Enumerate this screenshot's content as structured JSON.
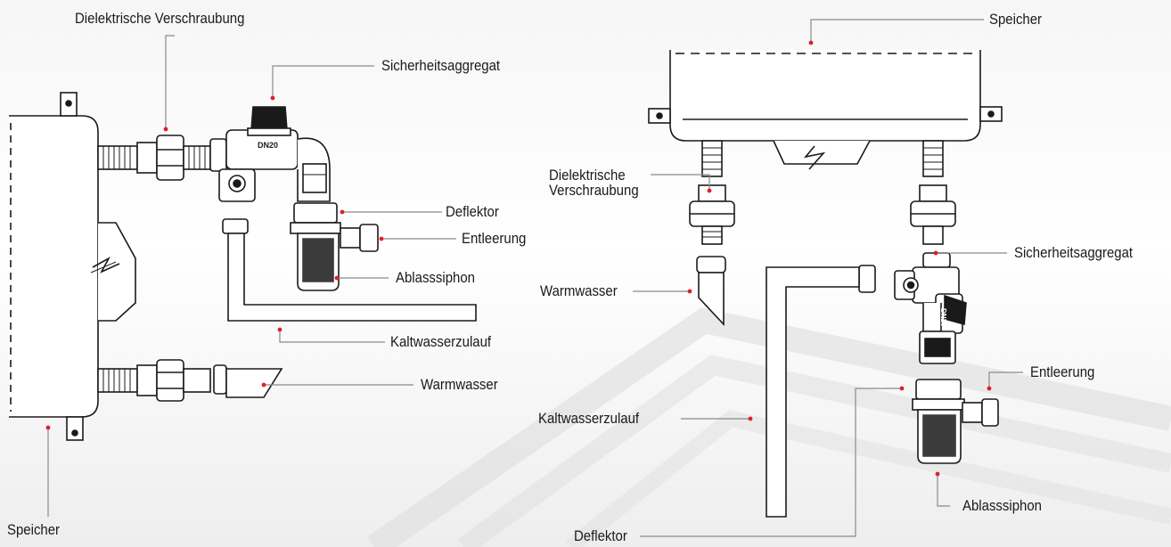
{
  "diagram": {
    "left": {
      "labels": {
        "dielectric_union": "Dielektrische Verschraubung",
        "safety_group": "Sicherheitsaggregat",
        "deflector": "Deflektor",
        "drain": "Entleerung",
        "drain_siphon": "Ablasssiphon",
        "cold_water_inlet": "Kaltwasserzulauf",
        "hot_water": "Warmwasser",
        "tank": "Speicher"
      },
      "valve_marking": "DN20"
    },
    "right": {
      "labels": {
        "tank": "Speicher",
        "dielectric_union": "Dielektrische\nVerschraubung",
        "hot_water": "Warmwasser",
        "safety_group": "Sicherheitsaggregat",
        "drain": "Entleerung",
        "cold_water_inlet": "Kaltwasserzulauf",
        "drain_siphon": "Ablasssiphon",
        "deflector": "Deflektor"
      },
      "valve_marking": "DN20"
    },
    "colors": {
      "line": "#1a1a1a",
      "leader": "#8a8a8a",
      "marker": "#e01e2b",
      "valve_cap": "#1a1a1a"
    }
  }
}
